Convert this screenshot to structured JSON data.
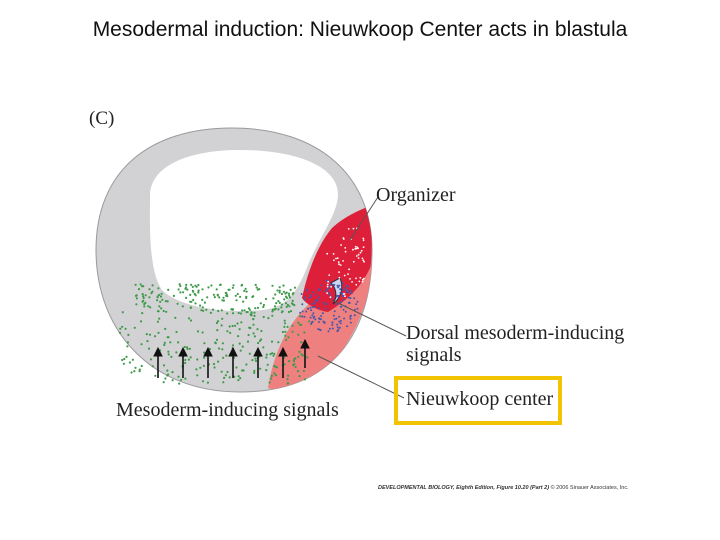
{
  "title": "Mesodermal induction: Nieuwkoop Center acts in blastula",
  "figure": {
    "panel_label": "(C)",
    "labels": {
      "organizer": "Organizer",
      "dorsal_line1": "Dorsal mesoderm-inducing",
      "dorsal_line2": "signals",
      "mesoderm": "Mesoderm-inducing signals",
      "nieuwkoop": "Nieuwkoop center"
    },
    "credit": {
      "book": "DEVELOPMENTAL BIOLOGY, Eighth Edition, Figure 10.20 (Part 2)",
      "rights": "© 2006 Sinauer Associates, Inc."
    },
    "colors": {
      "embryo": "#d2d2d4",
      "blastocoel": "#ffffff",
      "organizer_red": "#de1f3a",
      "nieuwkoop_pink": "#ee8080",
      "dots_green": "#3f9a4a",
      "dots_blue": "#4a56a8",
      "highlight": "#f2c300"
    }
  }
}
